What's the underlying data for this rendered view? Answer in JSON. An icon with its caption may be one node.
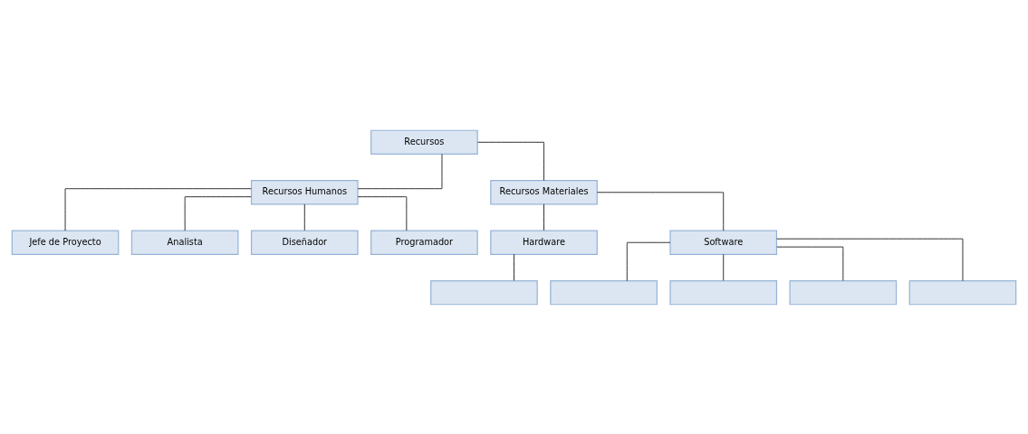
{
  "diagram": {
    "nodes": [
      {
        "text": [
          "Recursos"
        ]
      },
      {
        "text": [
          "Recursos Humanos"
        ]
      },
      {
        "text": [
          "Recursos Materiales"
        ]
      },
      {
        "text": [
          "Jefe de Proyecto"
        ]
      },
      {
        "text": [
          "Analista"
        ]
      },
      {
        "text": [
          "Diseñador"
        ]
      },
      {
        "text": [
          "Programador"
        ]
      },
      {
        "text": [
          "Hardware"
        ]
      },
      {
        "text": [
          "Software"
        ]
      },
      {
        "text": [],
        "shape": "box"
      },
      {
        "text": [],
        "shape": "box"
      },
      {
        "text": [],
        "shape": "box"
      },
      {
        "text": [],
        "shape": "box"
      },
      {
        "text": [],
        "shape": "box"
      }
    ],
    "edges": [
      {
        "from": 0,
        "to": 1,
        "arrow": "none"
      },
      {
        "from": 0,
        "to": 2,
        "arrow": "none"
      },
      {
        "from": 1,
        "to": 3,
        "arrow": "none"
      },
      {
        "from": 1,
        "to": 4,
        "arrow": "none"
      },
      {
        "from": 1,
        "to": 5,
        "arrow": "none"
      },
      {
        "from": 1,
        "to": 6,
        "arrow": "none"
      },
      {
        "from": 2,
        "to": 7,
        "arrow": "none"
      },
      {
        "from": 2,
        "to": 8,
        "arrow": "none"
      },
      {
        "from": 7,
        "to": 9,
        "arrow": "none"
      },
      {
        "from": 8,
        "to": 10,
        "arrow": "none"
      },
      {
        "from": 8,
        "to": 11,
        "arrow": "none"
      },
      {
        "from": 8,
        "to": 12,
        "arrow": "none"
      },
      {
        "from": 8,
        "to": 13,
        "arrow": "none"
      }
    ]
  }
}
